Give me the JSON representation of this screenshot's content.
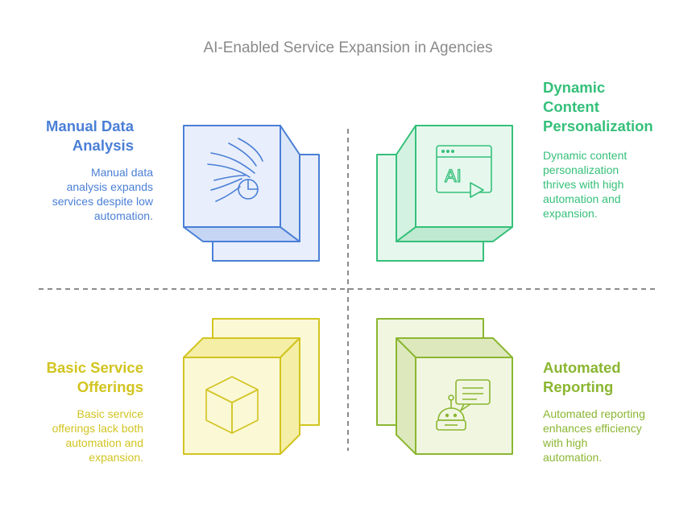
{
  "title": "AI-Enabled Service Expansion in Agencies",
  "quadrants": {
    "top_left": {
      "heading_lines": [
        "Manual Data",
        "Analysis"
      ],
      "desc_lines": [
        "Manual data",
        "analysis expands",
        "services despite low",
        "automation."
      ],
      "color": "#4a7fd6",
      "icon": "chart-wind-icon"
    },
    "top_right": {
      "heading_lines": [
        "Dynamic",
        "Content",
        "Personalization"
      ],
      "desc_lines": [
        "Dynamic content",
        "personalization",
        "thrives with high",
        "automation and",
        "expansion."
      ],
      "color": "#35c07a",
      "icon": "ai-video-window-icon",
      "icon_text": "AI"
    },
    "bottom_left": {
      "heading_lines": [
        "Basic Service",
        "Offerings"
      ],
      "desc_lines": [
        "Basic service",
        "offerings lack both",
        "automation and",
        "expansion."
      ],
      "color": "#d2c420",
      "icon": "box-cube-icon"
    },
    "bottom_right": {
      "heading_lines": [
        "Automated",
        "Reporting"
      ],
      "desc_lines": [
        "Automated reporting",
        "enhances efficiency",
        "with high",
        "automation."
      ],
      "color": "#8bb631",
      "icon": "robot-chat-icon"
    }
  }
}
